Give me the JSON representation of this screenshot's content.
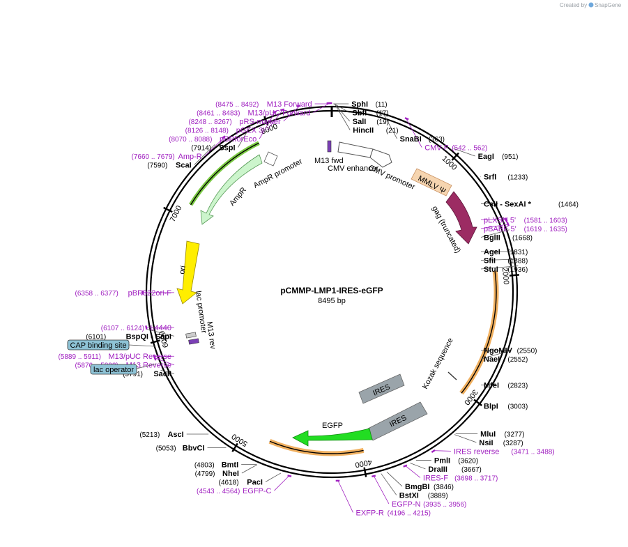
{
  "credit": {
    "prefix": "Created by",
    "brand": "SnapGene"
  },
  "plasmid": {
    "name": "pCMMP-LMP1-IRES-eGFP",
    "length_label": "8495 bp",
    "length": 8495
  },
  "ticks": [
    {
      "pos": 1000,
      "label": "1000"
    },
    {
      "pos": 2000,
      "label": "2000"
    },
    {
      "pos": 3000,
      "label": "3000"
    },
    {
      "pos": 4000,
      "label": "4000"
    },
    {
      "pos": 5000,
      "label": "5000"
    },
    {
      "pos": 6000,
      "label": "6000"
    },
    {
      "pos": 7000,
      "label": "7000"
    },
    {
      "pos": 8000,
      "label": "8000"
    }
  ],
  "enzymes": [
    {
      "name": "SphI",
      "pos": 11,
      "num": "(11)",
      "side": "right"
    },
    {
      "name": "SbfI",
      "pos": 17,
      "num": "(17)",
      "side": "right"
    },
    {
      "name": "SalI",
      "pos": 19,
      "num": "(19)",
      "side": "right"
    },
    {
      "name": "HincII",
      "pos": 21,
      "num": "(21)",
      "side": "right"
    },
    {
      "name": "SnaBI",
      "pos": 363,
      "num": "(363)",
      "side": "right"
    },
    {
      "name": "EagI",
      "pos": 951,
      "num": "(951)",
      "side": "right"
    },
    {
      "name": "SrfI",
      "pos": 1233,
      "num": "(1233)",
      "side": "right"
    },
    {
      "name": "CsiI  - SexAI *",
      "pos": 1464,
      "num": "(1464)",
      "side": "right"
    },
    {
      "name": "BglII",
      "pos": 1668,
      "num": "(1668)",
      "side": "right"
    },
    {
      "name": "AgeI",
      "pos": 1831,
      "num": "(1831)",
      "side": "right"
    },
    {
      "name": "SfiI",
      "pos": 1888,
      "num": "(1888)",
      "side": "right"
    },
    {
      "name": "StuI",
      "pos": 1936,
      "num": "(1936)",
      "side": "right"
    },
    {
      "name": "NgoMIV",
      "pos": 2550,
      "num": "(2550)",
      "side": "right"
    },
    {
      "name": "NaeI",
      "pos": 2552,
      "num": "(2552)",
      "side": "right"
    },
    {
      "name": "MfeI",
      "pos": 2823,
      "num": "(2823)",
      "side": "right"
    },
    {
      "name": "BlpI",
      "pos": 3003,
      "num": "(3003)",
      "side": "right"
    },
    {
      "name": "MluI",
      "pos": 3277,
      "num": "(3277)",
      "side": "right"
    },
    {
      "name": "NsiI",
      "pos": 3287,
      "num": "(3287)",
      "side": "right"
    },
    {
      "name": "PmlI",
      "pos": 3620,
      "num": "(3620)",
      "side": "right"
    },
    {
      "name": "DraIII",
      "pos": 3667,
      "num": "(3667)",
      "side": "right"
    },
    {
      "name": "BmgBI",
      "pos": 3846,
      "num": "(3846)",
      "side": "right"
    },
    {
      "name": "BstXI",
      "pos": 3889,
      "num": "(3889)",
      "side": "right"
    },
    {
      "name": "PacI",
      "pos": 4618,
      "num": "(4618)",
      "side": "left"
    },
    {
      "name": "NheI",
      "pos": 4799,
      "num": "(4799)",
      "side": "left"
    },
    {
      "name": "BmtI",
      "pos": 4803,
      "num": "(4803)",
      "side": "left"
    },
    {
      "name": "BbvCI",
      "pos": 5053,
      "num": "(5053)",
      "side": "left"
    },
    {
      "name": "AscI",
      "pos": 5213,
      "num": "(5213)",
      "side": "left"
    },
    {
      "name": "SacII",
      "pos": 5791,
      "num": "(5791)",
      "side": "left"
    },
    {
      "name": "BspQI  - SapI",
      "pos": 6101,
      "num": "(6101)",
      "side": "left"
    },
    {
      "name": "ScaI",
      "pos": 7590,
      "num": "(7590)",
      "side": "left"
    },
    {
      "name": "SspI",
      "pos": 7914,
      "num": "(7914)",
      "side": "left"
    }
  ],
  "primers": [
    {
      "name": "CMV-F",
      "num": "(542 .. 562)",
      "pos": 552,
      "side": "right"
    },
    {
      "name": "pLXSN 5'",
      "num": "(1581 .. 1603)",
      "pos": 1592,
      "side": "right"
    },
    {
      "name": "pBABE 5'",
      "num": "(1619 .. 1635)",
      "pos": 1627,
      "side": "right"
    },
    {
      "name": "IRES reverse",
      "num": "(3471 .. 3488)",
      "pos": 3480,
      "side": "right"
    },
    {
      "name": "IRES-F",
      "num": "(3698 .. 3717)",
      "pos": 3708,
      "side": "right"
    },
    {
      "name": "EGFP-N",
      "num": "(3935 .. 3956)",
      "pos": 3945,
      "side": "right"
    },
    {
      "name": "EXFP-R",
      "num": "(4196 .. 4215)",
      "pos": 4205,
      "side": "right"
    },
    {
      "name": "EGFP-C",
      "num": "(4543 .. 4564)",
      "pos": 4553,
      "side": "left"
    },
    {
      "name": "M13 Reverse",
      "num": "(5876 .. 5892)",
      "pos": 5884,
      "side": "left"
    },
    {
      "name": "M13/pUC Reverse",
      "num": "(5889 .. 5911)",
      "pos": 5900,
      "side": "left"
    },
    {
      "name": "L4440",
      "num": "(6107 .. 6124)",
      "pos": 6115,
      "side": "left"
    },
    {
      "name": "pBR322ori-F",
      "num": "(6358 .. 6377)",
      "pos": 6367,
      "side": "left"
    },
    {
      "name": "Amp-R",
      "num": "(7660 .. 7679)",
      "pos": 7670,
      "side": "left"
    },
    {
      "name": "pBRforEco",
      "num": "(8070 .. 8088)",
      "pos": 8079,
      "side": "left"
    },
    {
      "name": "pGEX 3'",
      "num": "(8126 .. 8148)",
      "pos": 8137,
      "side": "left"
    },
    {
      "name": "pRS-marker",
      "num": "(8248 .. 8267)",
      "pos": 8257,
      "side": "left"
    },
    {
      "name": "M13/pUC Forward",
      "num": "(8461 .. 8483)",
      "pos": 8472,
      "side": "left"
    },
    {
      "name": "M13 Forward",
      "num": "(8475 .. 8492)",
      "pos": 8483,
      "side": "left"
    }
  ],
  "boxed_features": [
    {
      "name": "CAP binding site",
      "color": "#8ec3d6"
    },
    {
      "name": "lac operator",
      "color": "#8ec3d6"
    }
  ],
  "features": [
    {
      "name": "M13 fwd",
      "color": "#7b3fb5"
    },
    {
      "name": "CMV enhancer",
      "color": "#ffffff"
    },
    {
      "name": "CMV promoter",
      "color": "#ffffff"
    },
    {
      "name": "MMLV Ψ",
      "color": "#f6d5b0"
    },
    {
      "name": "gag (truncated)",
      "color": "#9c2c63"
    },
    {
      "name": "Kozak sequence",
      "color": "#999999"
    },
    {
      "name": "IRES",
      "color": "#9aa4aa"
    },
    {
      "name": "IRES",
      "color": "#9aa4aa"
    },
    {
      "name": "EGFP",
      "color": "#22dd22"
    },
    {
      "name": "ori",
      "color": "#ffee00"
    },
    {
      "name": "lac promoter",
      "color": "#ffffff"
    },
    {
      "name": "M13 rev",
      "color": "#7b3fb5"
    },
    {
      "name": "AmpR",
      "color": "#ccf5cc"
    },
    {
      "name": "AmpR promoter",
      "color": "#ffffff"
    }
  ],
  "colors": {
    "primer": "#a020c0",
    "orf_highlight": "#f0b060"
  }
}
